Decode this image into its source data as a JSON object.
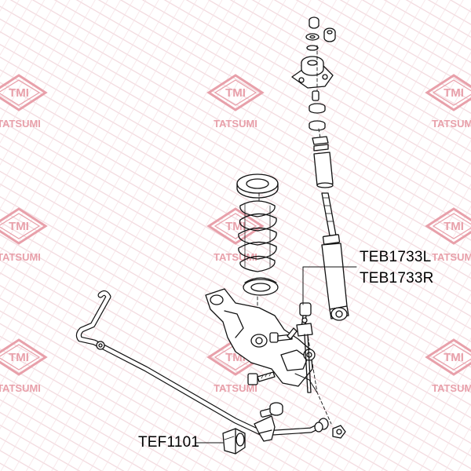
{
  "watermark": {
    "logo_text": "TMI",
    "brand_text": "TATSUMI",
    "color": "#e8a0aa"
  },
  "part_labels": {
    "stabilizer_link_left": "TEB1733L",
    "stabilizer_link_right": "TEB1733R",
    "stabilizer_bushing": "TEF1101"
  },
  "colors": {
    "line": "#111111",
    "background": "#ffffff",
    "pattern": "#f1d7dc"
  }
}
